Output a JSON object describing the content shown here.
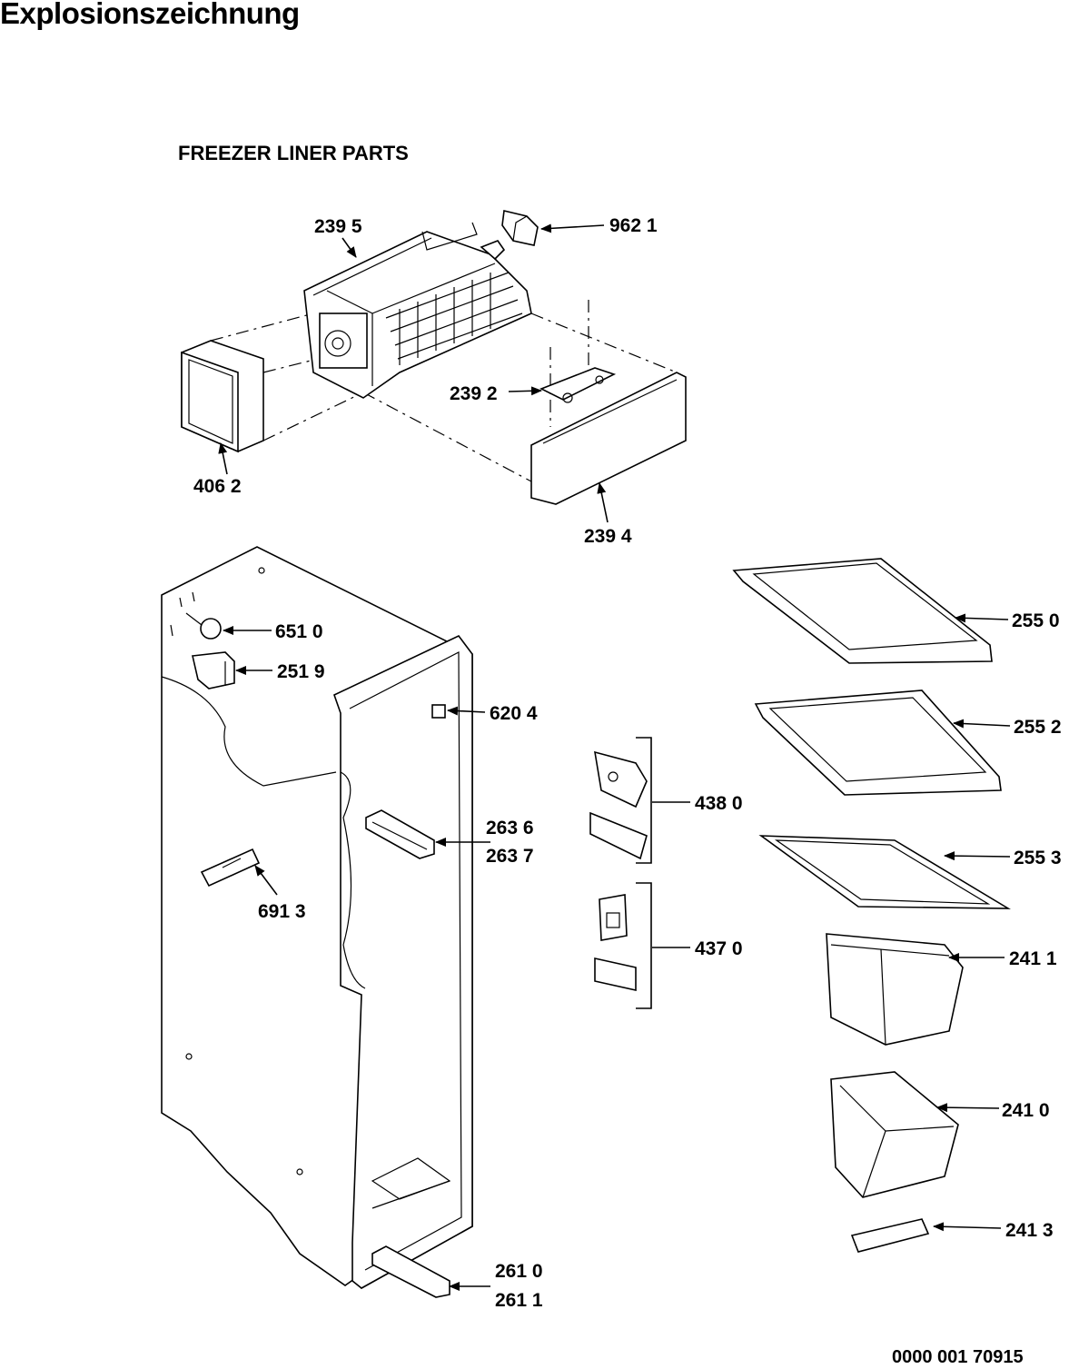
{
  "title": "Explosionszeichnung",
  "section_title": "FREEZER LINER PARTS",
  "document_number": "0000 001 70915",
  "callouts": [
    {
      "id": "ice-maker",
      "text": "239 5"
    },
    {
      "id": "ice-maker-clip",
      "text": "962 1"
    },
    {
      "id": "ice-maker-bracket",
      "text": "239 2"
    },
    {
      "id": "ice-maker-cover",
      "text": "406 2"
    },
    {
      "id": "ice-bin-front",
      "text": "239 4"
    },
    {
      "id": "shelf-1",
      "text": "255 0"
    },
    {
      "id": "shelf-2",
      "text": "255 2"
    },
    {
      "id": "shelf-3",
      "text": "255 3"
    },
    {
      "id": "bin-1",
      "text": "241 1"
    },
    {
      "id": "bin-2",
      "text": "241 0"
    },
    {
      "id": "bin-trim",
      "text": "241 3"
    },
    {
      "id": "lamp",
      "text": "651 0"
    },
    {
      "id": "lamp-socket",
      "text": "251 9"
    },
    {
      "id": "switch",
      "text": "620 4"
    },
    {
      "id": "control-a",
      "text": "263 6"
    },
    {
      "id": "control-b",
      "text": "263 7"
    },
    {
      "id": "thermostat",
      "text": "691 3"
    },
    {
      "id": "board-1",
      "text": "438 0"
    },
    {
      "id": "board-2",
      "text": "437 0"
    },
    {
      "id": "rail-a",
      "text": "261 0"
    },
    {
      "id": "rail-b",
      "text": "261 1"
    }
  ]
}
